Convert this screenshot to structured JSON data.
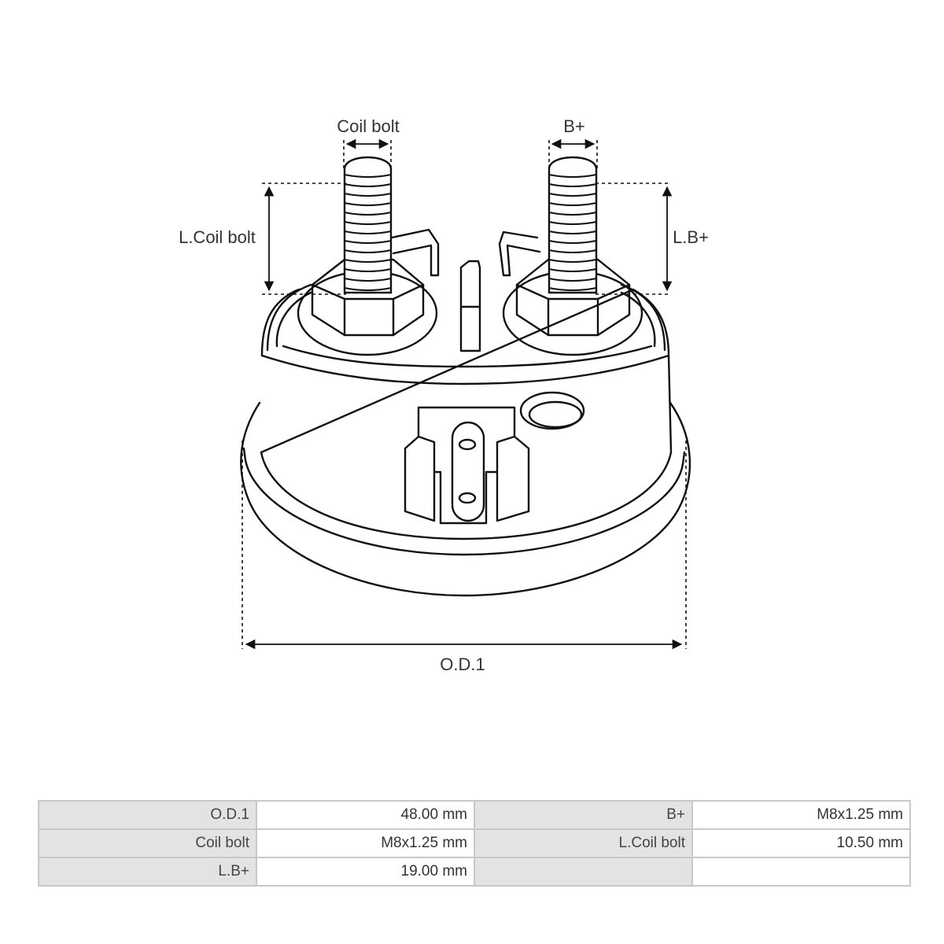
{
  "labels": {
    "coil_bolt": "Coil bolt",
    "b_plus": "B+",
    "l_coil_bolt": "L.Coil bolt",
    "l_b_plus": "L.B+",
    "od1": "O.D.1"
  },
  "specs": [
    [
      {
        "label": "O.D.1",
        "value": "48.00 mm"
      },
      {
        "label": "B+",
        "value": "M8x1.25 mm"
      }
    ],
    [
      {
        "label": "Coil bolt",
        "value": "M8x1.25 mm"
      },
      {
        "label": "L.Coil bolt",
        "value": "10.50 mm"
      }
    ],
    [
      {
        "label": "L.B+",
        "value": "19.00 mm"
      },
      {
        "label": "",
        "value": ""
      }
    ]
  ]
}
